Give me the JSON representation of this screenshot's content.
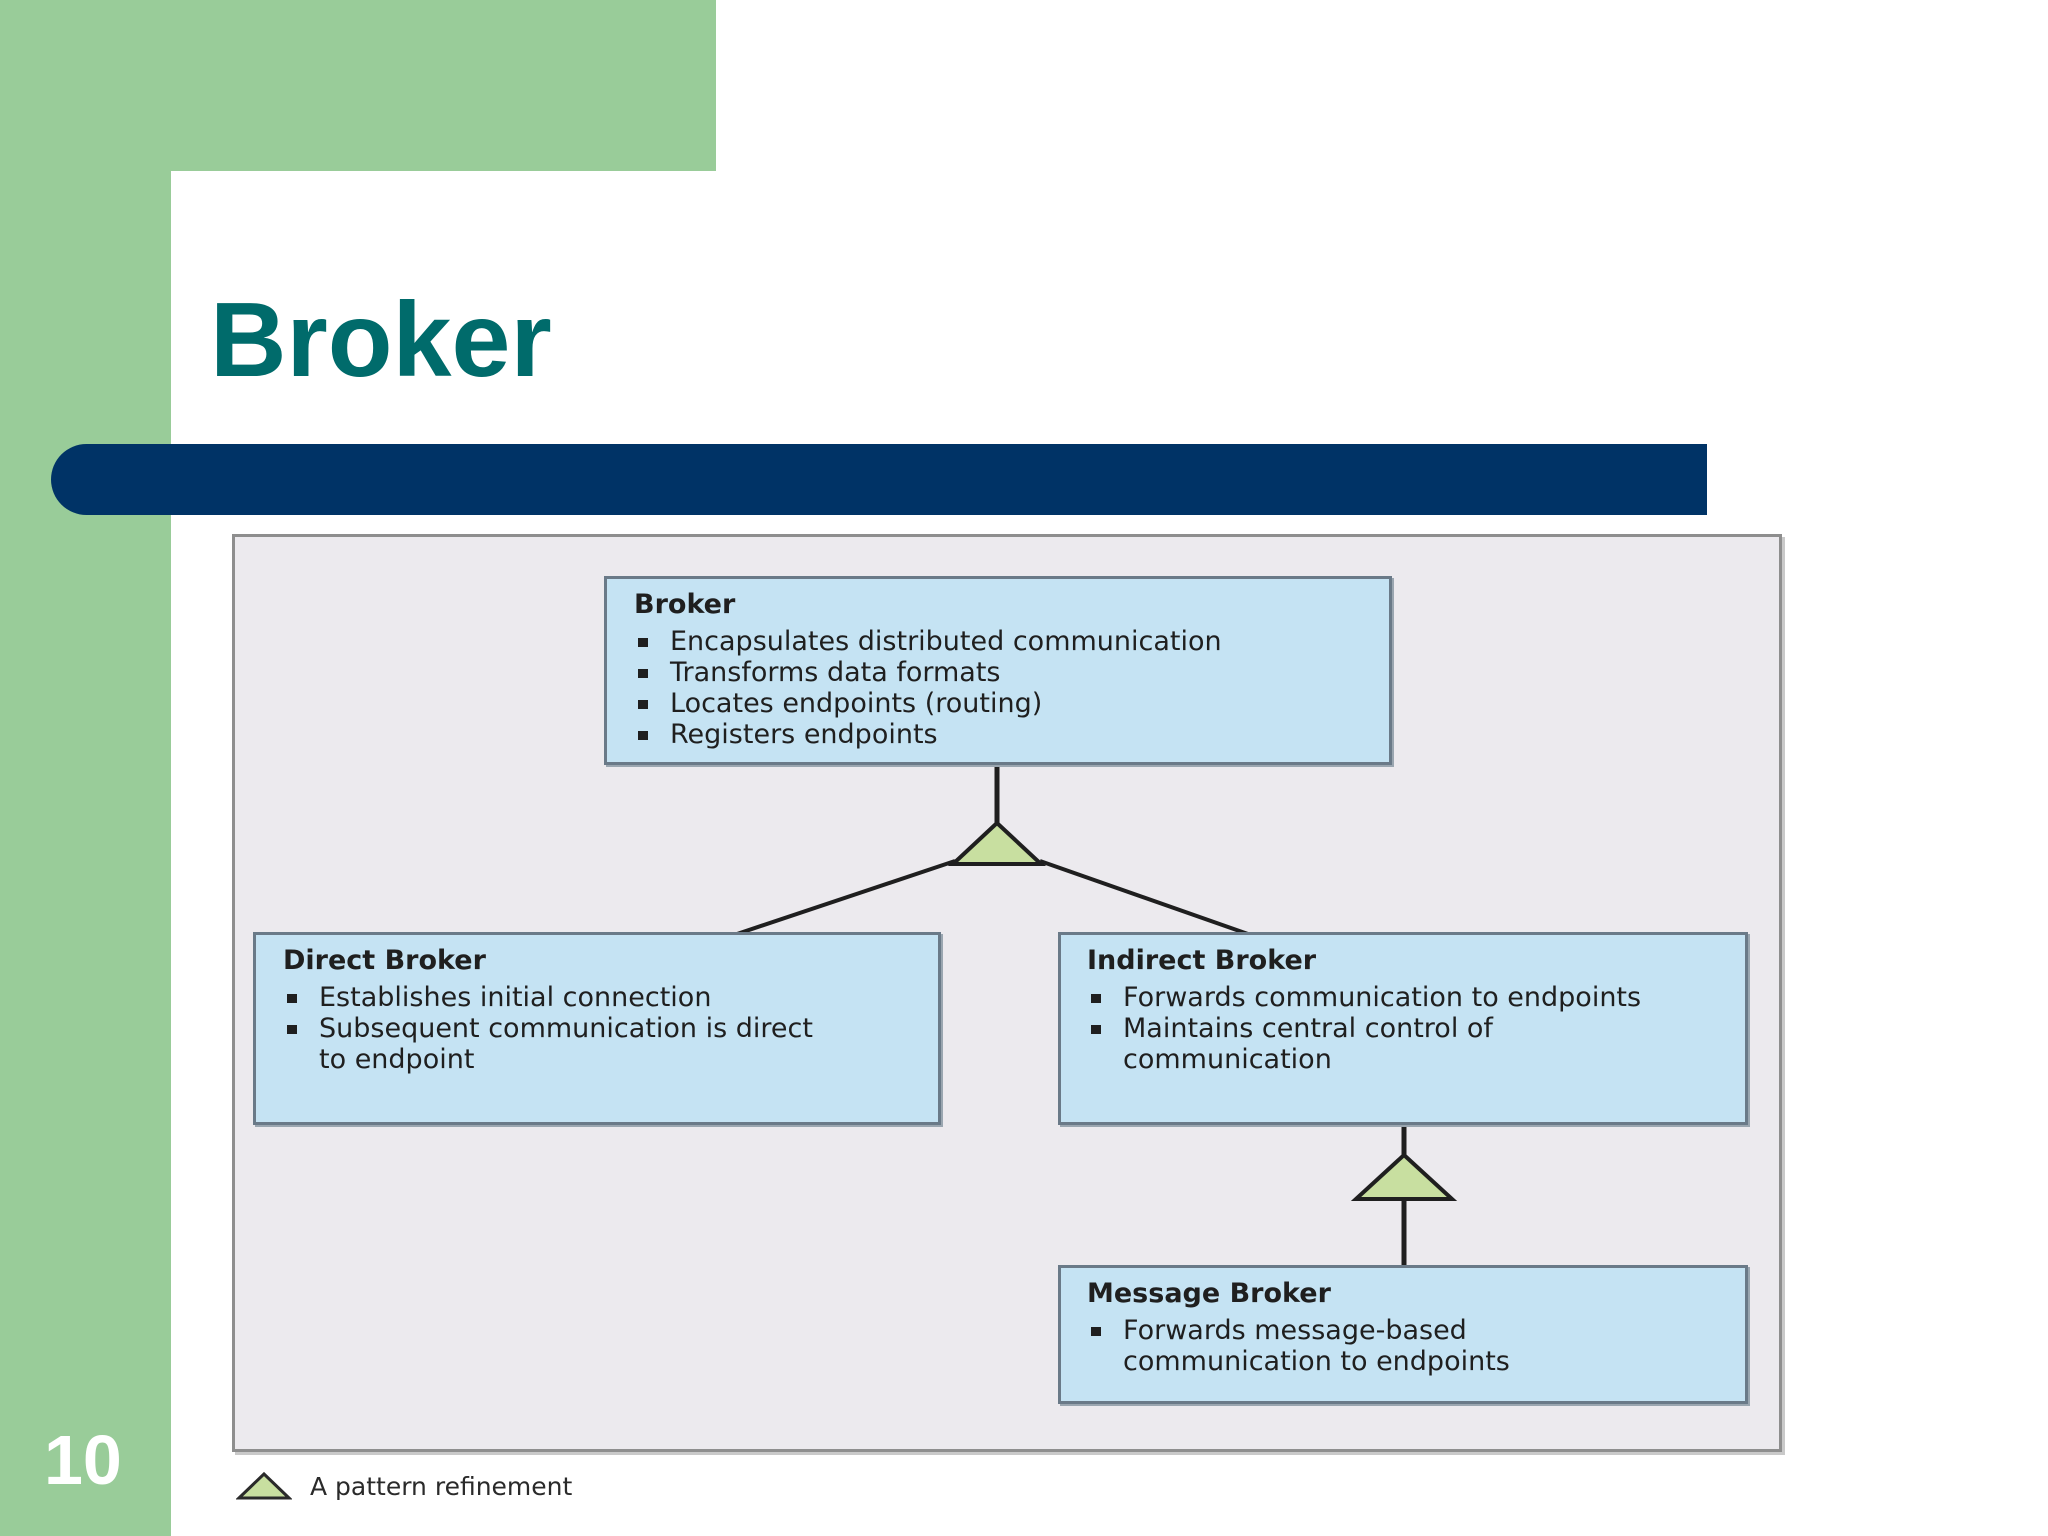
{
  "slide": {
    "title": "Broker",
    "page_number": "10"
  },
  "diagram": {
    "boxes": {
      "broker": {
        "title": "Broker",
        "items": [
          "Encapsulates distributed communication",
          "Transforms data formats",
          "Locates endpoints (routing)",
          "Registers endpoints"
        ]
      },
      "direct_broker": {
        "title": "Direct Broker",
        "items": [
          "Establishes initial connection",
          "Subsequent communication is direct to endpoint"
        ]
      },
      "indirect_broker": {
        "title": "Indirect Broker",
        "items": [
          "Forwards communication to endpoints",
          "Maintains central control of communication"
        ]
      },
      "message_broker": {
        "title": "Message Broker",
        "items": [
          "Forwards message-based communication to endpoints"
        ]
      }
    },
    "legend": {
      "label": "A pattern refinement"
    },
    "colors": {
      "box_fill": "#c5e3f3",
      "panel_fill": "#eceaee",
      "triangle_fill": "#c8dfa0",
      "title_color": "#006b6b",
      "title_bar": "#003366",
      "side_green": "#99cc99"
    }
  }
}
